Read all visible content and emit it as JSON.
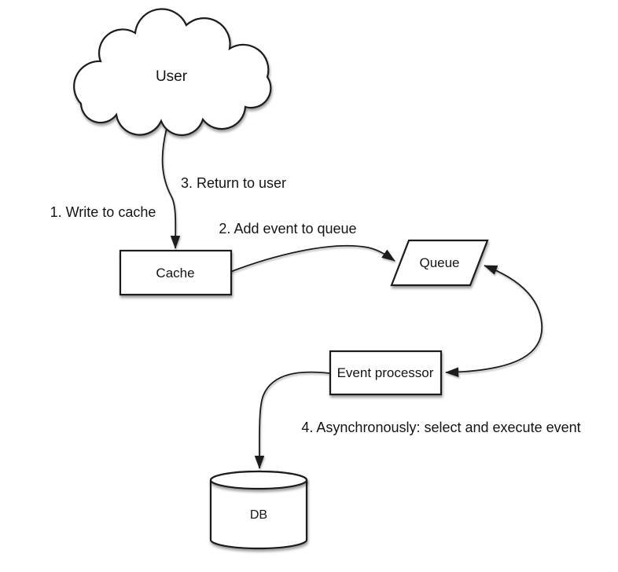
{
  "diagram": {
    "background_color": "#ffffff",
    "line_color": "#1c1c1c",
    "text_color": "#141414",
    "nodes": {
      "user": {
        "label": "User",
        "shape": "cloud"
      },
      "cache": {
        "label": "Cache",
        "shape": "rectangle"
      },
      "queue": {
        "label": "Queue",
        "shape": "parallelogram"
      },
      "event_processor": {
        "label": "Event processor",
        "shape": "rectangle"
      },
      "db": {
        "label": "DB",
        "shape": "cylinder"
      }
    },
    "steps": {
      "step1": "1. Write to cache",
      "step2": "2. Add event to queue",
      "step3": "3. Return to user",
      "step4": "4. Asynchronously: select and execute event"
    },
    "edges": [
      {
        "from": "user",
        "to": "cache",
        "arrow": "single"
      },
      {
        "from": "cache",
        "to": "queue",
        "arrow": "single"
      },
      {
        "from": "queue",
        "to": "event_processor",
        "arrow": "double"
      },
      {
        "from": "event_processor",
        "to": "db",
        "arrow": "single"
      }
    ]
  }
}
